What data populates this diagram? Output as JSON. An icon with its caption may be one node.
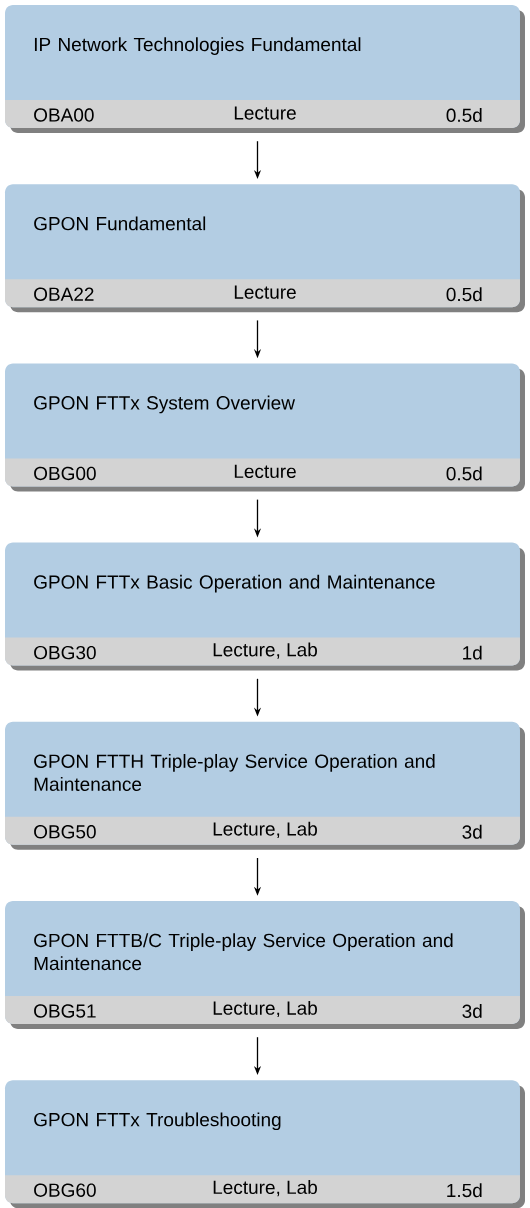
{
  "diagram": {
    "nodes": [
      {
        "text": [
          "IP Network Technologies Fundamental",
          "OBA00",
          "Lecture",
          "0.5d"
        ]
      },
      {
        "text": [
          "GPON Fundamental",
          "OBA22",
          "Lecture",
          "0.5d"
        ]
      },
      {
        "text": [
          "GPON FTTx System Overview",
          "OBG00",
          "Lecture",
          "0.5d"
        ]
      },
      {
        "text": [
          "GPON FTTx Basic Operation and Maintenance",
          "OBG30",
          "Lecture, Lab",
          "1d"
        ]
      },
      {
        "text": [
          "GPON FTTH Triple-play Service Operation and Maintenance",
          "OBG50",
          "Lecture, Lab",
          "3d"
        ]
      },
      {
        "text": [
          "GPON FTTB/C Triple-play Service Operation and Maintenance",
          "OBG51",
          "Lecture, Lab",
          "3d"
        ]
      },
      {
        "text": [
          "GPON FTTx Troubleshooting",
          "OBG60",
          "Lecture, Lab",
          "1.5d"
        ]
      }
    ],
    "edges": [
      {
        "from": 0,
        "to": 1,
        "arrow": "to"
      },
      {
        "from": 1,
        "to": 2,
        "arrow": "to"
      },
      {
        "from": 2,
        "to": 3,
        "arrow": "to"
      },
      {
        "from": 3,
        "to": 4,
        "arrow": "to"
      },
      {
        "from": 4,
        "to": 5,
        "arrow": "to"
      },
      {
        "from": 5,
        "to": 6,
        "arrow": "to"
      }
    ]
  }
}
